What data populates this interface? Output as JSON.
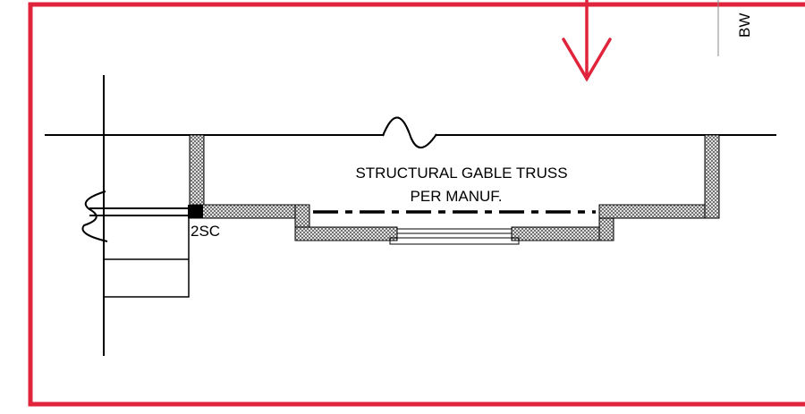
{
  "labels": {
    "truss_line1": "STRUCTURAL GABLE TRUSS",
    "truss_line2": "PER MANUF.",
    "callout": "2SC",
    "corner_tag": "BW"
  },
  "colors": {
    "markup_red": "#e0243c",
    "ink": "#000000",
    "hatch_fill": "#9a9a9a"
  }
}
